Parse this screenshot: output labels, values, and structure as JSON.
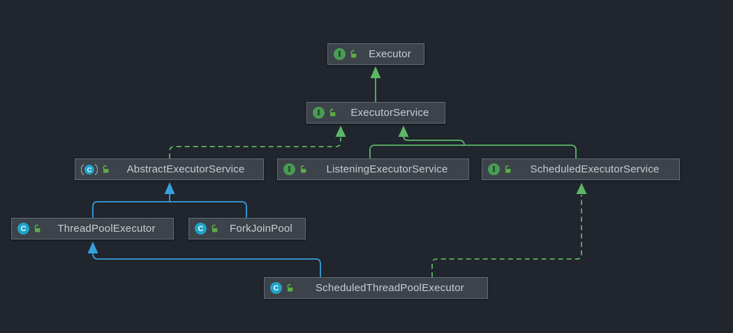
{
  "diagram_type": "uml-class-hierarchy",
  "colors": {
    "background": "#20252E",
    "node_fill": "#3C434A",
    "node_border": "#656D74",
    "node_text": "#C7CDD2",
    "edge_green": "#5EB765",
    "edge_blue": "#36A1DC",
    "interface_icon": "#499C54",
    "class_icon": "#20A3C9",
    "lock_icon": "#5BAD44"
  },
  "icons": {
    "interface_letter": "I",
    "class_letter": "C",
    "lock": "unlocked-green"
  },
  "nodes": {
    "executor": {
      "label": "Executor",
      "kind": "interface",
      "visibility": "public"
    },
    "executor_service": {
      "label": "ExecutorService",
      "kind": "interface",
      "visibility": "public"
    },
    "abstract_executor_service": {
      "label": "AbstractExecutorService",
      "kind": "abstract-class",
      "visibility": "public"
    },
    "listening_executor_service": {
      "label": "ListeningExecutorService",
      "kind": "interface",
      "visibility": "public"
    },
    "scheduled_executor_service": {
      "label": "ScheduledExecutorService",
      "kind": "interface",
      "visibility": "public"
    },
    "thread_pool_executor": {
      "label": "ThreadPoolExecutor",
      "kind": "class",
      "visibility": "public"
    },
    "fork_join_pool": {
      "label": "ForkJoinPool",
      "kind": "class",
      "visibility": "public"
    },
    "scheduled_thread_pool_executor": {
      "label": "ScheduledThreadPoolExecutor",
      "kind": "class",
      "visibility": "public"
    }
  },
  "edges": [
    {
      "from": "ExecutorService",
      "to": "Executor",
      "relation": "extends",
      "line": "solid",
      "color": "green"
    },
    {
      "from": "AbstractExecutorService",
      "to": "ExecutorService",
      "relation": "implements",
      "line": "dashed",
      "color": "green"
    },
    {
      "from": "ListeningExecutorService",
      "to": "ExecutorService",
      "relation": "extends",
      "line": "solid",
      "color": "green"
    },
    {
      "from": "ScheduledExecutorService",
      "to": "ExecutorService",
      "relation": "extends",
      "line": "solid",
      "color": "green"
    },
    {
      "from": "ThreadPoolExecutor",
      "to": "AbstractExecutorService",
      "relation": "extends",
      "line": "solid",
      "color": "blue"
    },
    {
      "from": "ForkJoinPool",
      "to": "AbstractExecutorService",
      "relation": "extends",
      "line": "solid",
      "color": "blue"
    },
    {
      "from": "ScheduledThreadPoolExecutor",
      "to": "ThreadPoolExecutor",
      "relation": "extends",
      "line": "solid",
      "color": "blue"
    },
    {
      "from": "ScheduledThreadPoolExecutor",
      "to": "ScheduledExecutorService",
      "relation": "implements",
      "line": "dashed",
      "color": "green"
    }
  ]
}
